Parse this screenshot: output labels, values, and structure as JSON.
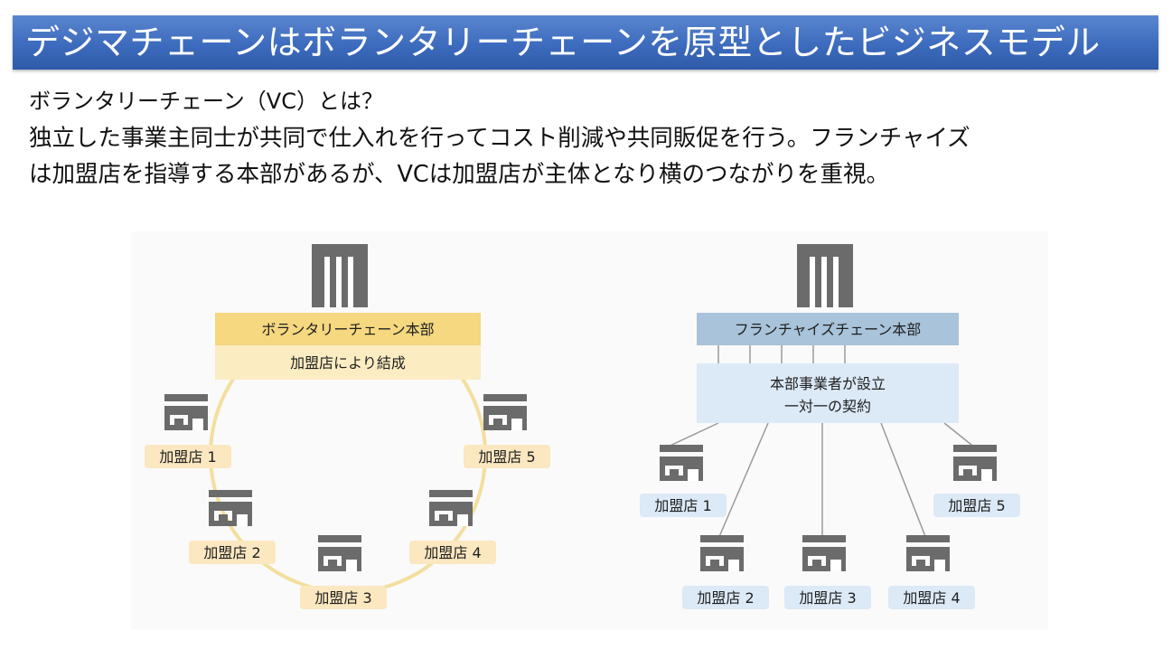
{
  "title": "デジマチェーンはボランタリーチェーンを原型としたビジネスモデル",
  "intro": {
    "question": "ボランタリーチェーン（VC）とは？",
    "line1": "独立した事業主同士が共同で仕入れを行ってコスト削減や共同販促を行う。フランチャイズ",
    "line2": "は加盟店を指導する本部があるが、VCは加盟店が主体となり横のつながりを重視。"
  },
  "colors": {
    "title_bar": "#3d6bbd",
    "vc_header": "#f5d87f",
    "vc_sub": "#fbecc2",
    "vc_ring": "#f3df9e",
    "vc_store_label": "#fbe7c0",
    "fc_header": "#a8c3da",
    "fc_sub": "#dce9f6",
    "fc_store_label": "#dce9f6",
    "icon_gray": "#6b6b6b",
    "panel_bg": "#fafafa"
  },
  "voluntary_chain": {
    "headquarters_icon": "building-icon",
    "header": "ボランタリーチェーン本部",
    "sub": "加盟店により結成",
    "stores": [
      "加盟店 1",
      "加盟店 2",
      "加盟店 3",
      "加盟店 4",
      "加盟店 5"
    ]
  },
  "franchise_chain": {
    "headquarters_icon": "building-icon",
    "header": "フランチャイズチェーン本部",
    "sub_line1": "本部事業者が設立",
    "sub_line2": "一対一の契約",
    "stores": [
      "加盟店 1",
      "加盟店 2",
      "加盟店 3",
      "加盟店 4",
      "加盟店 5"
    ]
  }
}
